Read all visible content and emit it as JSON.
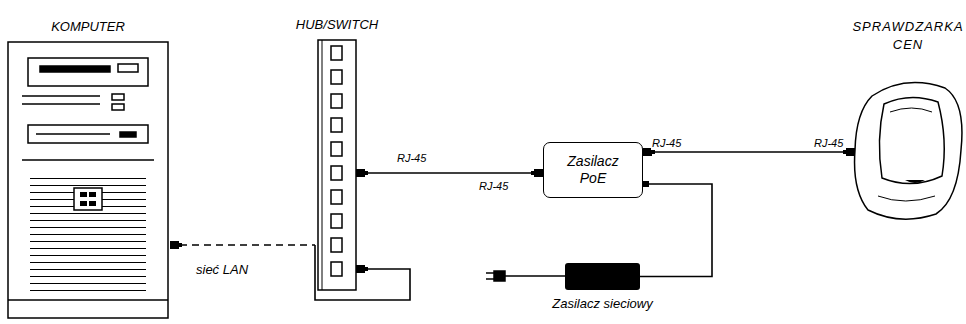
{
  "diagram": {
    "nodes": [
      {
        "text": [
          "KOMPUTER"
        ]
      },
      {
        "text": [
          "HUB/SWITCH"
        ]
      },
      {
        "text": [
          "Zasilacz PoE"
        ]
      },
      {
        "text": [
          "SPRAWDZARKA CEN"
        ]
      },
      {
        "text": [
          "Zasilacz sieciowy"
        ]
      }
    ],
    "edges": [
      {
        "from": 0,
        "to": 1,
        "arrow": "none",
        "label": "sieć LAN"
      },
      {
        "from": 1,
        "to": 2,
        "arrow": "none"
      },
      {
        "from": 2,
        "to": 3,
        "arrow": "none"
      },
      {
        "from": 2,
        "to": 4,
        "arrow": "none"
      }
    ],
    "labels": [
      "RJ-45",
      "RJ-45",
      "RJ-45",
      "RJ-45"
    ]
  }
}
